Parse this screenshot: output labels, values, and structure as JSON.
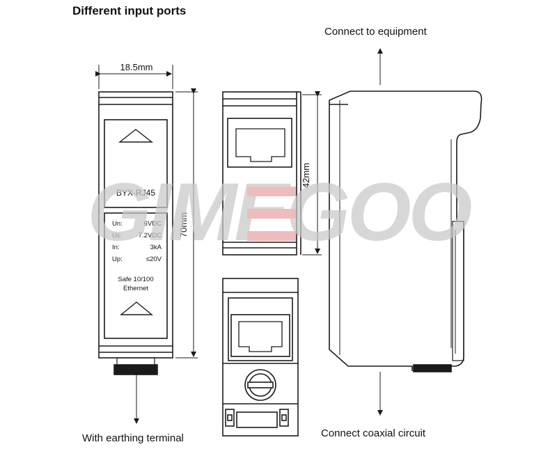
{
  "title": "Different input ports",
  "captions": {
    "top_right": "Connect to equipment",
    "bottom_right": "Connect coaxial circuit",
    "bottom_left": "With earthing terminal"
  },
  "dimensions": {
    "width": "18.5mm",
    "height": "70mm",
    "port_height": "42mm"
  },
  "front_label": {
    "model": "BYX-RJ45",
    "specs": [
      {
        "key": "Un:",
        "value": "6VDC"
      },
      {
        "key": "Uc:",
        "value": "7.2VDC"
      },
      {
        "key": "In:",
        "value": "3kA"
      },
      {
        "key": "Up:",
        "value": "≤20V"
      }
    ],
    "line1": "Safe  10/100",
    "line2": "Ethernet"
  },
  "watermark": "GIMEGOO",
  "colors": {
    "line": "#1a1a1a",
    "watermark_gray": "#cfcfcf",
    "watermark_red": "#e8a0a0"
  }
}
